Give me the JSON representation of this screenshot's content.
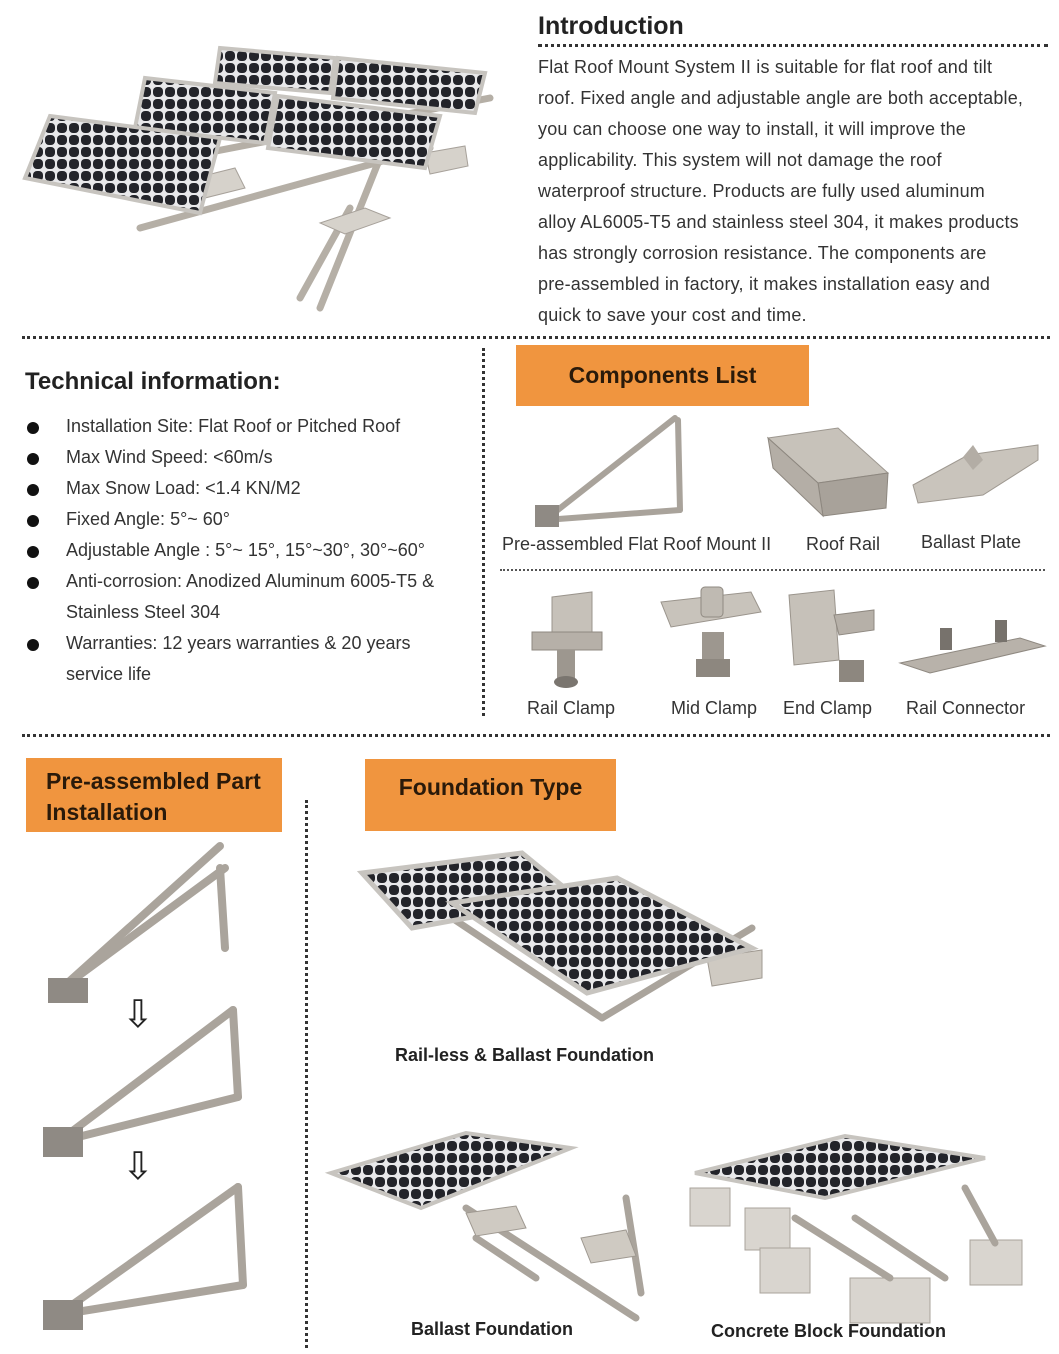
{
  "introduction": {
    "title": "Introduction",
    "lines": [
      "Flat Roof Mount System II is suitable for flat roof and tilt",
      "roof. Fixed angle and adjustable angle are both acceptable,",
      "you can choose one way to install, it will improve the",
      "applicability. This system will not damage the roof",
      "waterproof structure. Products are fully used aluminum",
      "alloy AL6005-T5 and stainless steel 304, it makes products",
      "has strongly corrosion resistance. The components are",
      "pre-assembled in factory, it makes installation easy and",
      "quick to save your cost and time."
    ]
  },
  "technical": {
    "title": "Technical information:",
    "items": [
      {
        "line1": "Installation Site: Flat Roof or Pitched Roof",
        "line2": ""
      },
      {
        "line1": "Max Wind Speed: <60m/s",
        "line2": ""
      },
      {
        "line1": "Max Snow Load:  <1.4 KN/M2",
        "line2": ""
      },
      {
        "line1": "Fixed Angle:  5°~ 60°",
        "line2": ""
      },
      {
        "line1": "Adjustable Angle : 5°~ 15°, 15°~30°, 30°~60°",
        "line2": ""
      },
      {
        "line1": "Anti-corrosion: Anodized Aluminum 6005-T5 &",
        "line2": "Stainless Steel 304"
      },
      {
        "line1": "Warranties: 12 years warranties & 20 years",
        "line2": "service life"
      }
    ]
  },
  "components": {
    "title": "Components List",
    "row1": [
      "Pre-assembled Flat Roof Mount II",
      "Roof Rail",
      "Ballast Plate"
    ],
    "row2": [
      "Rail Clamp",
      "Mid Clamp",
      "End Clamp",
      "Rail Connector"
    ]
  },
  "preassembled": {
    "title_line1": "Pre-assembled Part",
    "title_line2": "Installation",
    "arrow": "⇩"
  },
  "foundation": {
    "title": "Foundation Type",
    "types": [
      "Rail-less & Ballast Foundation",
      "Ballast Foundation",
      "Concrete Block Foundation"
    ]
  },
  "colors": {
    "accent": "#f0953f",
    "panel": "#2b2d33",
    "cell": "#1b1c20",
    "frame": "#c9c6c0",
    "aluminum": "#b9b3aa"
  }
}
